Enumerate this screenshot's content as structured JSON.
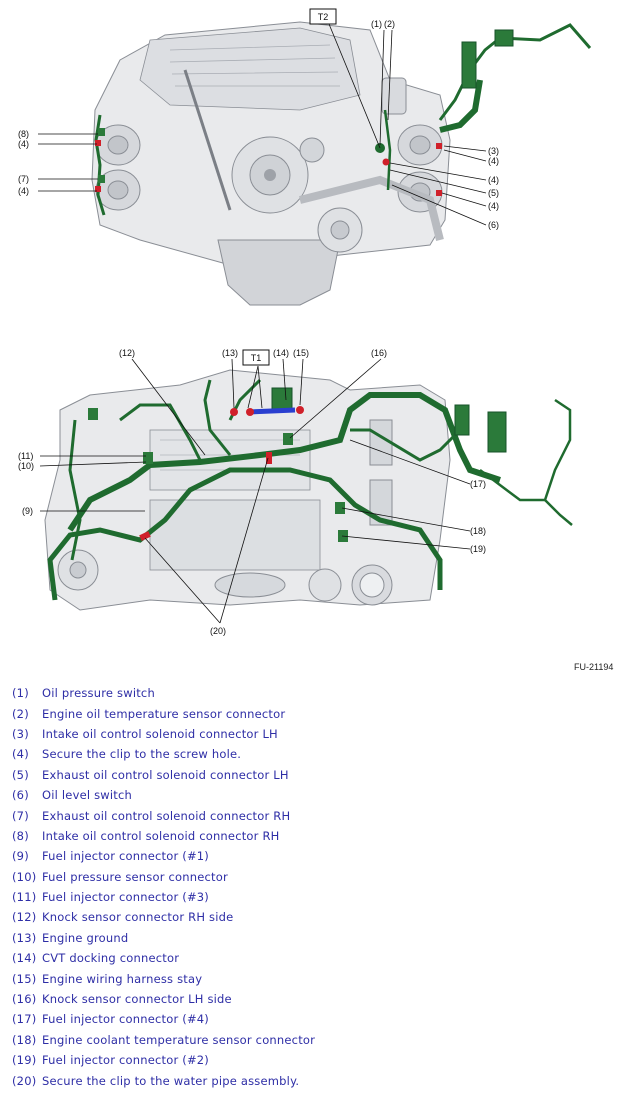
{
  "figure": {
    "id": "FU-21194",
    "top_callouts": [
      "(8)",
      "(4)",
      "(7)",
      "(4)",
      "(1)",
      "(2)",
      "(3)",
      "(4)",
      "(4)",
      "(5)",
      "(4)",
      "(6)"
    ],
    "bottom_callouts": [
      "(12)",
      "(13)",
      "(14)",
      "(15)",
      "(16)",
      "(11)",
      "(10)",
      "(9)",
      "(17)",
      "(18)",
      "(19)",
      "(20)"
    ],
    "boxes": [
      "T2",
      "T1"
    ]
  },
  "legend": [
    {
      "num": "(1)",
      "text": "Oil pressure switch"
    },
    {
      "num": "(2)",
      "text": "Engine oil temperature sensor connector"
    },
    {
      "num": "(3)",
      "text": "Intake oil control solenoid connector LH"
    },
    {
      "num": "(4)",
      "text": "Secure the clip to the screw hole."
    },
    {
      "num": "(5)",
      "text": "Exhaust oil control solenoid connector LH"
    },
    {
      "num": "(6)",
      "text": "Oil level switch"
    },
    {
      "num": "(7)",
      "text": "Exhaust oil control solenoid connector RH"
    },
    {
      "num": "(8)",
      "text": "Intake oil control solenoid connector RH"
    },
    {
      "num": "(9)",
      "text": "Fuel injector connector (#1)"
    },
    {
      "num": "(10)",
      "text": "Fuel pressure sensor connector"
    },
    {
      "num": "(11)",
      "text": "Fuel injector connector (#3)"
    },
    {
      "num": "(12)",
      "text": "Knock sensor connector RH side"
    },
    {
      "num": "(13)",
      "text": "Engine ground"
    },
    {
      "num": "(14)",
      "text": "CVT docking connector"
    },
    {
      "num": "(15)",
      "text": "Engine wiring harness stay"
    },
    {
      "num": "(16)",
      "text": "Knock sensor connector LH side"
    },
    {
      "num": "(17)",
      "text": "Fuel injector connector (#4)"
    },
    {
      "num": "(18)",
      "text": "Engine coolant temperature sensor connector"
    },
    {
      "num": "(19)",
      "text": "Fuel injector connector (#2)"
    },
    {
      "num": "(20)",
      "text": "Secure the clip to the water pipe assembly."
    }
  ]
}
